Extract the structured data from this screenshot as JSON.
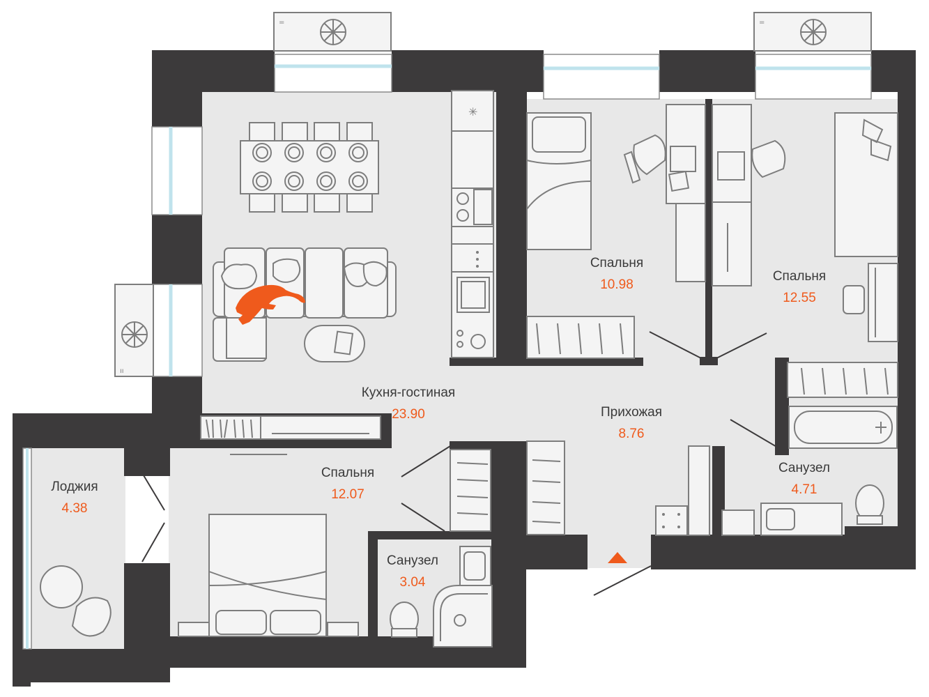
{
  "colors": {
    "wall": "#3c3a3b",
    "floor": "#e8e8e8",
    "accent": "#ef5a1c",
    "text": "#3a3a3a",
    "furniture_stroke": "#7d7d7d"
  },
  "rooms": {
    "kitchen_living": {
      "name": "Кухня-гостиная",
      "area": "23.90"
    },
    "bedroom_1": {
      "name": "Спальня",
      "area": "10.98"
    },
    "bedroom_2": {
      "name": "Спальня",
      "area": "12.55"
    },
    "bedroom_3": {
      "name": "Спальня",
      "area": "12.07"
    },
    "hallway": {
      "name": "Прихожая",
      "area": "8.76"
    },
    "bathroom_1": {
      "name": "Санузел",
      "area": "4.71"
    },
    "bathroom_2": {
      "name": "Санузел",
      "area": "3.04"
    },
    "loggia": {
      "name": "Лоджия",
      "area": "4.38"
    }
  },
  "icons": {
    "ac_unit": "fan-icon",
    "entrance": "entrance-arrow-icon",
    "pet": "cat-icon"
  }
}
